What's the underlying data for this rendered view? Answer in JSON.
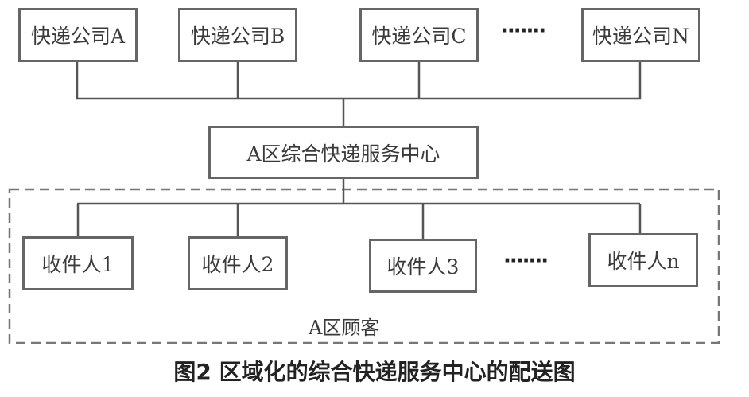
{
  "companies": [
    {
      "label": "快递公司A"
    },
    {
      "label": "快递公司B"
    },
    {
      "label": "快递公司C"
    },
    {
      "label": "快递公司N"
    }
  ],
  "company_ellipsis": "·······",
  "center": {
    "label": "A区综合快递服务中心"
  },
  "receivers": [
    {
      "label": "收件人1"
    },
    {
      "label": "收件人2"
    },
    {
      "label": "收件人3"
    },
    {
      "label": "收件人n"
    }
  ],
  "receiver_ellipsis": "·······",
  "region": {
    "label": "A区顾客"
  },
  "caption": "图2  区域化的综合快递服务中心的配送图",
  "colors": {
    "line": "#555555",
    "border": "#666666",
    "dashed": "#777777"
  }
}
